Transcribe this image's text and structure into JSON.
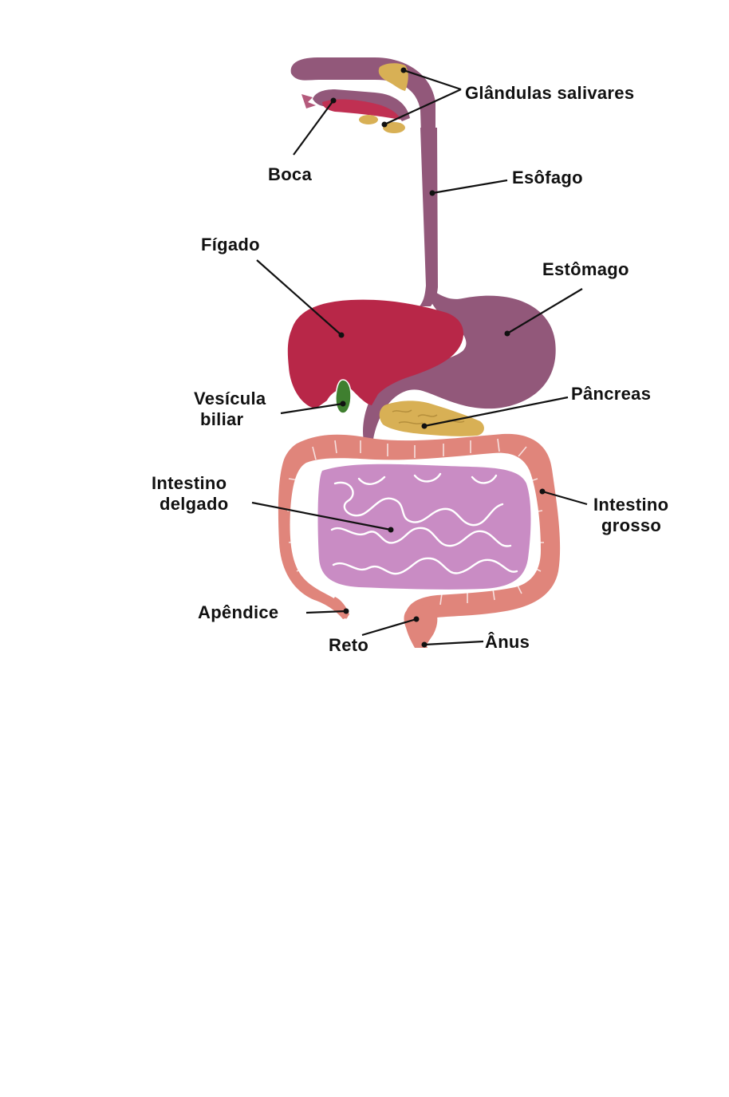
{
  "labels": {
    "salivary_glands": "Glândulas salivares",
    "mouth": "Boca",
    "esophagus": "Esôfago",
    "liver": "Fígado",
    "stomach": "Estômago",
    "gallbladder_line1": "Vesícula",
    "gallbladder_line2": "biliar",
    "pancreas": "Pâncreas",
    "small_intestine_line1": "Intestino",
    "small_intestine_line2": "delgado",
    "large_intestine_line1": "Intestino",
    "large_intestine_line2": "grosso",
    "appendix": "Apêndice",
    "rectum": "Reto",
    "anus": "Ânus"
  },
  "colors": {
    "gi_tract": "#92587a",
    "liver": "#b82748",
    "mouth_red": "#c03052",
    "glands": "#d8b055",
    "gallbladder": "#3f7f2f",
    "small_intestine": "#c98cc4",
    "large_intestine": "#e0857b",
    "label_text": "#111111"
  }
}
